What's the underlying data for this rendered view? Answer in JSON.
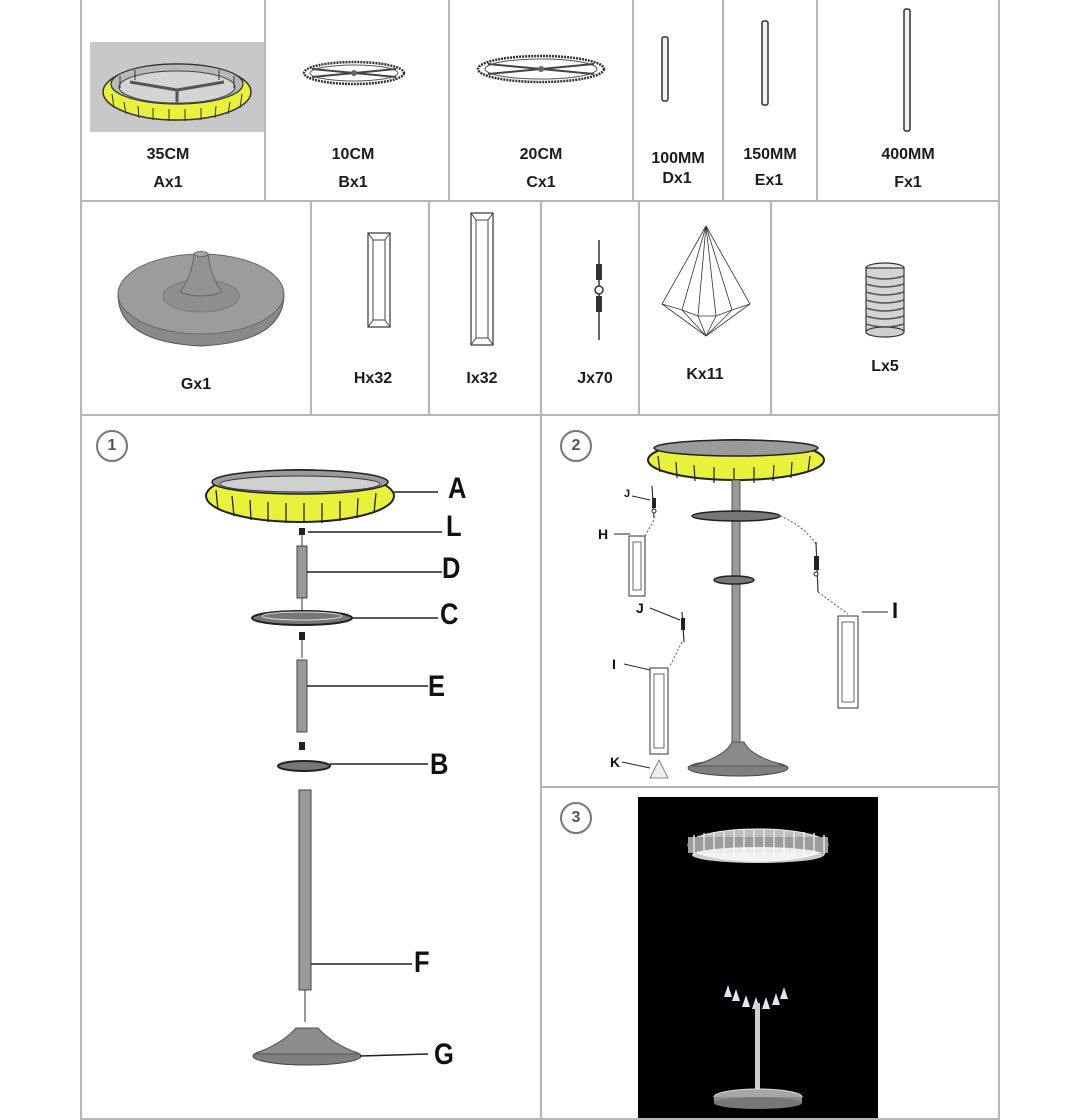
{
  "parts_row1": [
    {
      "id": "A",
      "size": "35CM",
      "qty": "Ax1",
      "icon": "ring-crystal-tray-icon"
    },
    {
      "id": "B",
      "size": "10CM",
      "qty": "Bx1",
      "icon": "small-disc-frame-icon"
    },
    {
      "id": "C",
      "size": "20CM",
      "qty": "Cx1",
      "icon": "large-disc-frame-icon"
    },
    {
      "id": "D",
      "size": "100MM",
      "qty": "Dx1",
      "icon": "short-rod-icon"
    },
    {
      "id": "E",
      "size": "150MM",
      "qty": "Ex1",
      "icon": "medium-rod-icon"
    },
    {
      "id": "F",
      "size": "400MM",
      "qty": "Fx1",
      "icon": "long-rod-icon"
    }
  ],
  "parts_row2": [
    {
      "id": "G",
      "qty": "Gx1",
      "icon": "round-base-icon"
    },
    {
      "id": "H",
      "qty": "Hx32",
      "icon": "short-prism-icon"
    },
    {
      "id": "I",
      "qty": "Ix32",
      "icon": "long-prism-icon"
    },
    {
      "id": "J",
      "qty": "Jx70",
      "icon": "bead-connector-icon"
    },
    {
      "id": "K",
      "qty": "Kx11",
      "icon": "crystal-drop-icon"
    },
    {
      "id": "L",
      "qty": "Lx5",
      "icon": "coupling-nut-icon"
    }
  ],
  "steps": {
    "step1": {
      "number": "1",
      "labels": {
        "a": "A",
        "l": "L",
        "d": "D",
        "c": "C",
        "e": "E",
        "b": "B",
        "f": "F",
        "g": "G"
      }
    },
    "step2": {
      "number": "2",
      "labels": {
        "j1": "J",
        "h": "H",
        "j2": "J",
        "i1": "I",
        "k": "K",
        "i2": "I"
      }
    },
    "step3": {
      "number": "3"
    }
  },
  "colors": {
    "ring_yellow": "#e8f23a",
    "metal_gray": "#8a8a8a",
    "grid_border": "#b5b5b5",
    "photo_bg": "#000000"
  }
}
